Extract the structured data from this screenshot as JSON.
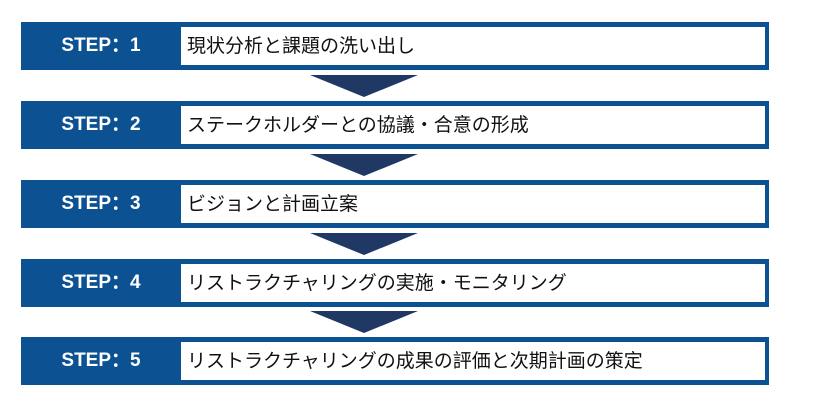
{
  "steps": [
    {
      "label": "STEP：1",
      "text": "現状分析と課題の洗い出し"
    },
    {
      "label": "STEP：2",
      "text": "ステークホルダーとの協議・合意の形成"
    },
    {
      "label": "STEP：3",
      "text": "ビジョンと計画立案"
    },
    {
      "label": "STEP：4",
      "text": "リストラクチャリングの実施・モニタリング"
    },
    {
      "label": "STEP：5",
      "text": "リストラクチャリングの成果の評価と次期計画の策定"
    }
  ],
  "colors": {
    "step_bg": "#0c5192",
    "arrow": "#1f3864"
  }
}
